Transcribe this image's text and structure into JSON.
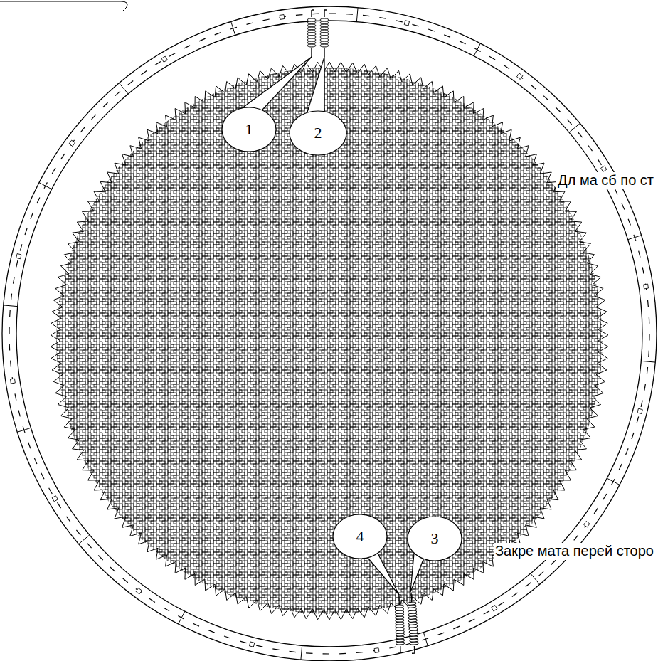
{
  "diagram": {
    "labels": [
      "1",
      "2",
      "Дл ма сб по ст",
      "4",
      "3",
      "Закре мата перей сторо"
    ]
  }
}
